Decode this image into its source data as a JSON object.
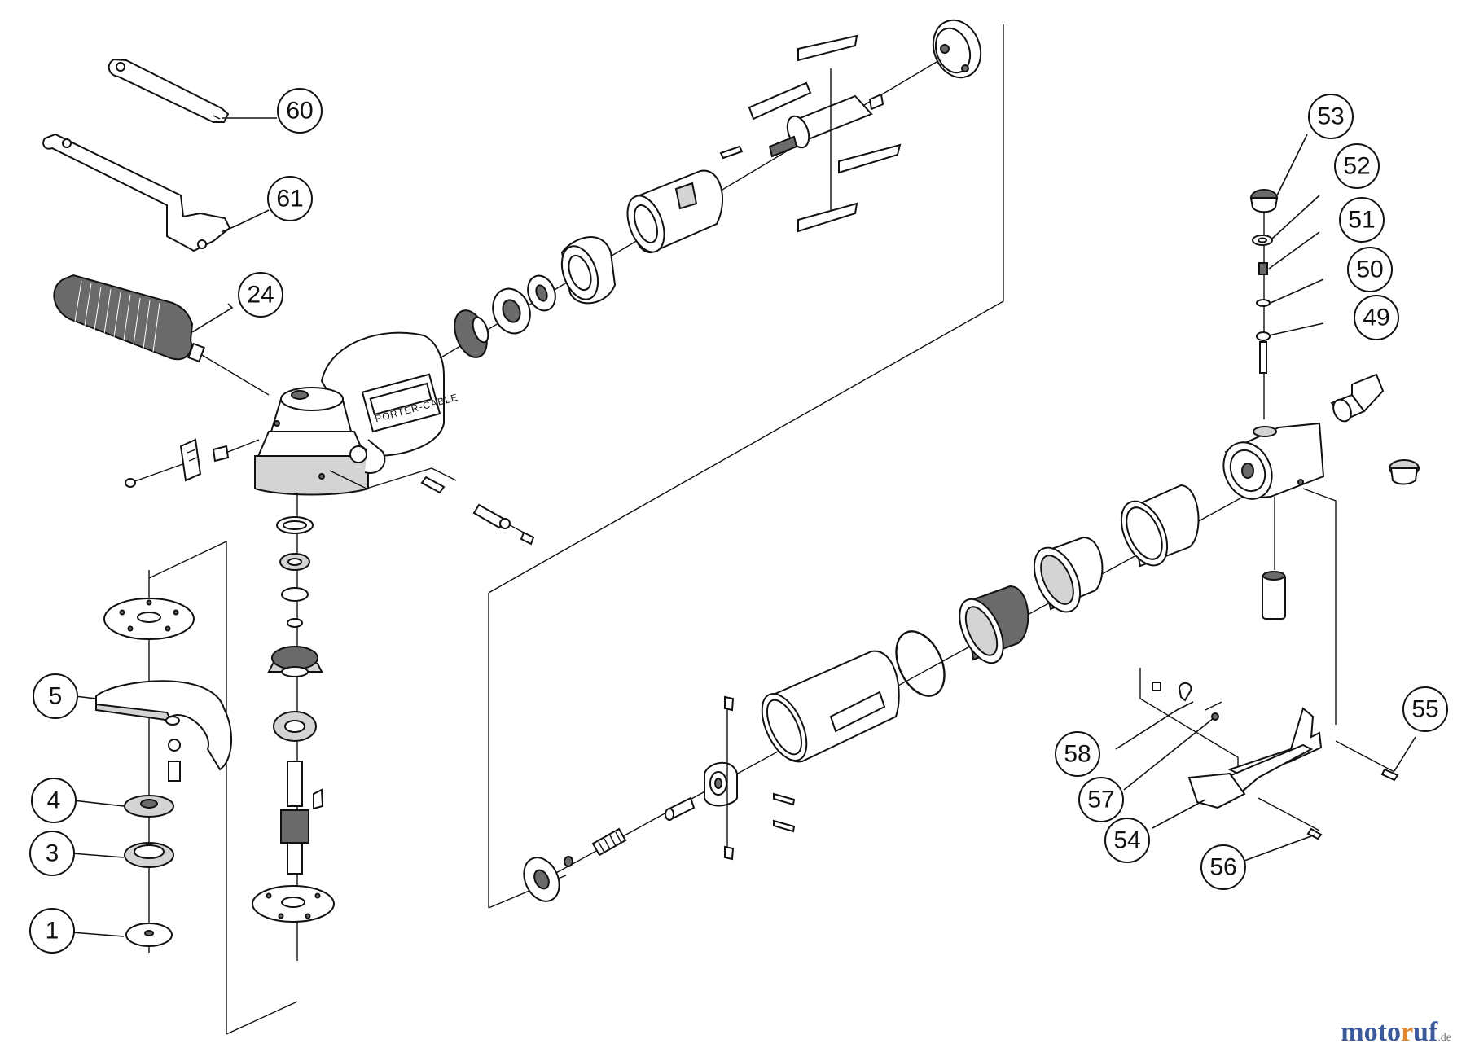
{
  "diagram": {
    "type": "exploded-parts-view",
    "callouts": [
      {
        "id": "c60",
        "label": "60"
      },
      {
        "id": "c61",
        "label": "61"
      },
      {
        "id": "c24",
        "label": "24"
      },
      {
        "id": "c5",
        "label": "5"
      },
      {
        "id": "c4",
        "label": "4"
      },
      {
        "id": "c3",
        "label": "3"
      },
      {
        "id": "c1",
        "label": "1"
      },
      {
        "id": "c53",
        "label": "53"
      },
      {
        "id": "c52",
        "label": "52"
      },
      {
        "id": "c51",
        "label": "51"
      },
      {
        "id": "c50",
        "label": "50"
      },
      {
        "id": "c49",
        "label": "49"
      },
      {
        "id": "c55",
        "label": "55"
      },
      {
        "id": "c58",
        "label": "58"
      },
      {
        "id": "c57",
        "label": "57"
      },
      {
        "id": "c54",
        "label": "54"
      },
      {
        "id": "c56",
        "label": "56"
      }
    ],
    "brand_plate_text": "PORTER-CABLE"
  },
  "watermark": {
    "part_a": "moto",
    "part_b": "r",
    "part_c": "uf",
    "suffix": ".de"
  }
}
